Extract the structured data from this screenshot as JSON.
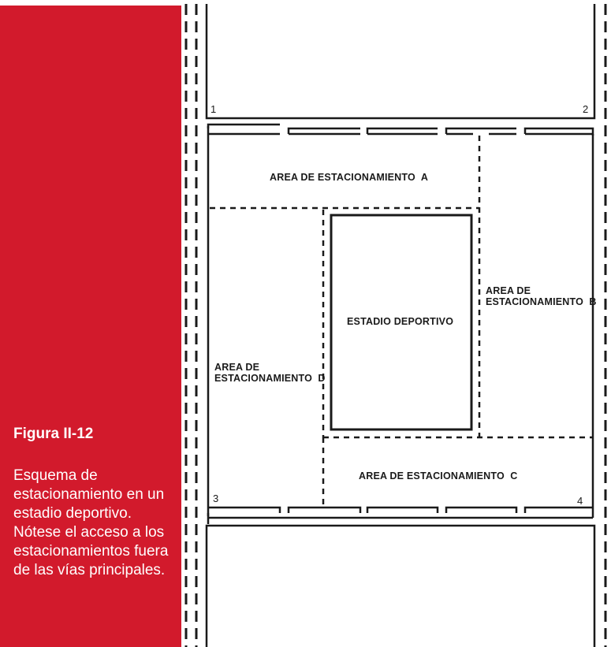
{
  "figure": {
    "title": "Figura II-12",
    "caption": "Esquema de estacionamiento en un estadio deportivo. Nótese el acceso a los estacionamientos fuera de las vías principales."
  },
  "diagram": {
    "corners": {
      "c1": "1",
      "c2": "2",
      "c3": "3",
      "c4": "4"
    },
    "stadium": "ESTADIO DEPORTIVO",
    "area_a": "AREA DE ESTACIONAMIENTO  A",
    "area_b": [
      "AREA DE",
      "ESTACIONAMIENTO  B"
    ],
    "area_c": "AREA DE ESTACIONAMIENTO  C",
    "area_d": [
      "AREA DE",
      "ESTACIONAMIENTO  D"
    ]
  },
  "colors": {
    "panel": "#d21a2c",
    "ink": "#1a1a1a"
  }
}
